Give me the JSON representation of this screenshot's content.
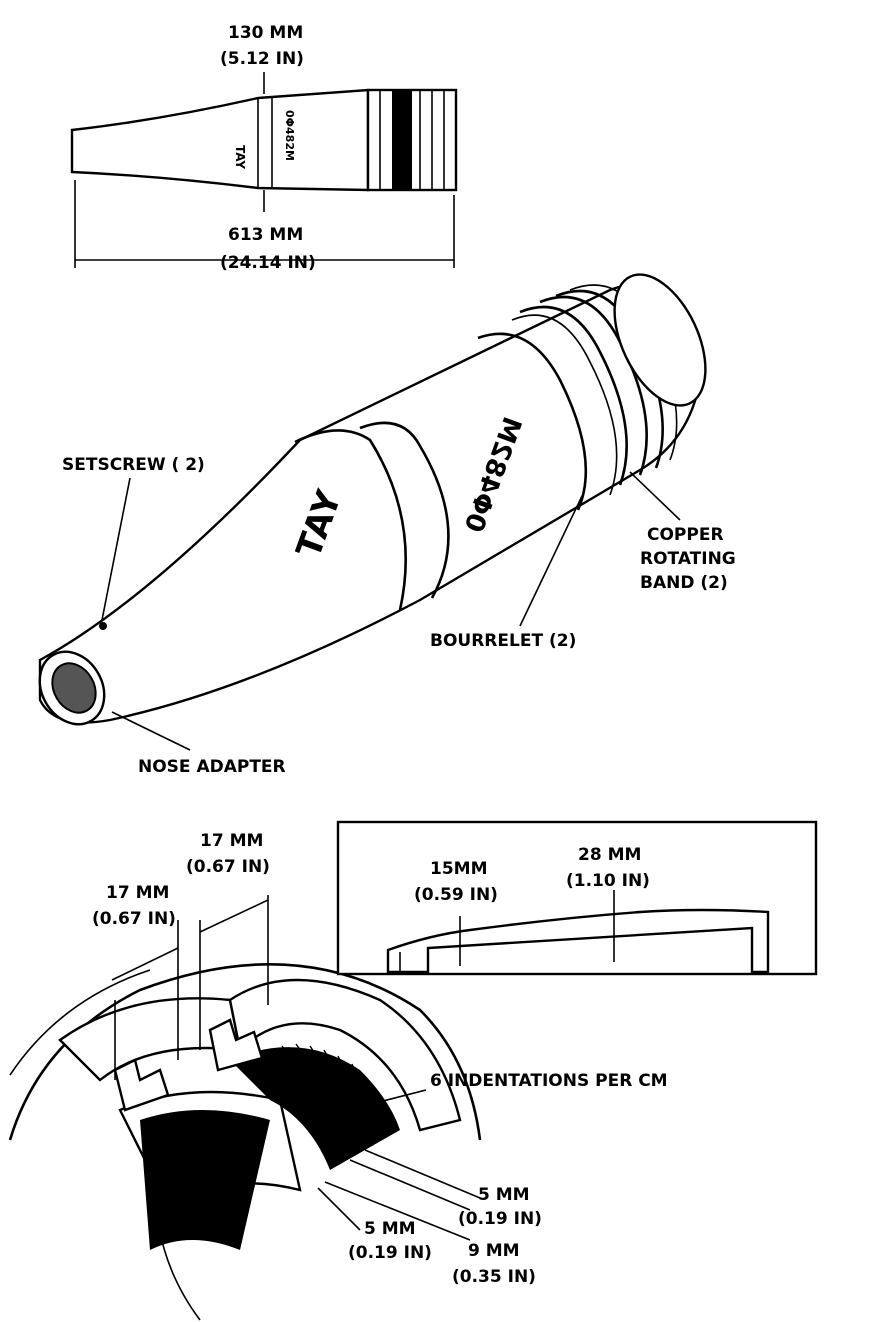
{
  "top_view": {
    "diameter_mm": "130 MM",
    "diameter_in": "(5.12 IN)",
    "length_mm": "613 MM",
    "length_in": "(24.14 IN)",
    "marking_1": "TAY",
    "marking_2": "0Φ482M"
  },
  "iso_view": {
    "marking_1": "TAY",
    "marking_2": "0Φ482M",
    "setscrew_label": "SETSCREW ( 2)",
    "nose_adapter_label": "NOSE ADAPTER",
    "bourrelet_label": "BOURRELET (2)",
    "copper_band_label_1": "COPPER",
    "copper_band_label_2": "ROTATING",
    "copper_band_label_3": "BAND (2)"
  },
  "band_detail": {
    "dim_a_mm": "17 MM",
    "dim_a_in": "(0.67 IN)",
    "dim_b_mm": "17 MM",
    "dim_b_in": "(0.67 IN)",
    "indentations_label": "6 INDENTATIONS PER CM",
    "dim_c_mm": "5 MM",
    "dim_c_in": "(0.19 IN)",
    "dim_d_mm": "5 MM",
    "dim_d_in": "(0.19 IN)",
    "dim_e_mm": "9 MM",
    "dim_e_in": "(0.35 IN)"
  },
  "profile_inset": {
    "dim_1_mm": "15MM",
    "dim_1_in": "(0.59 IN)",
    "dim_2_mm": "28 MM",
    "dim_2_in": "(1.10 IN)"
  }
}
